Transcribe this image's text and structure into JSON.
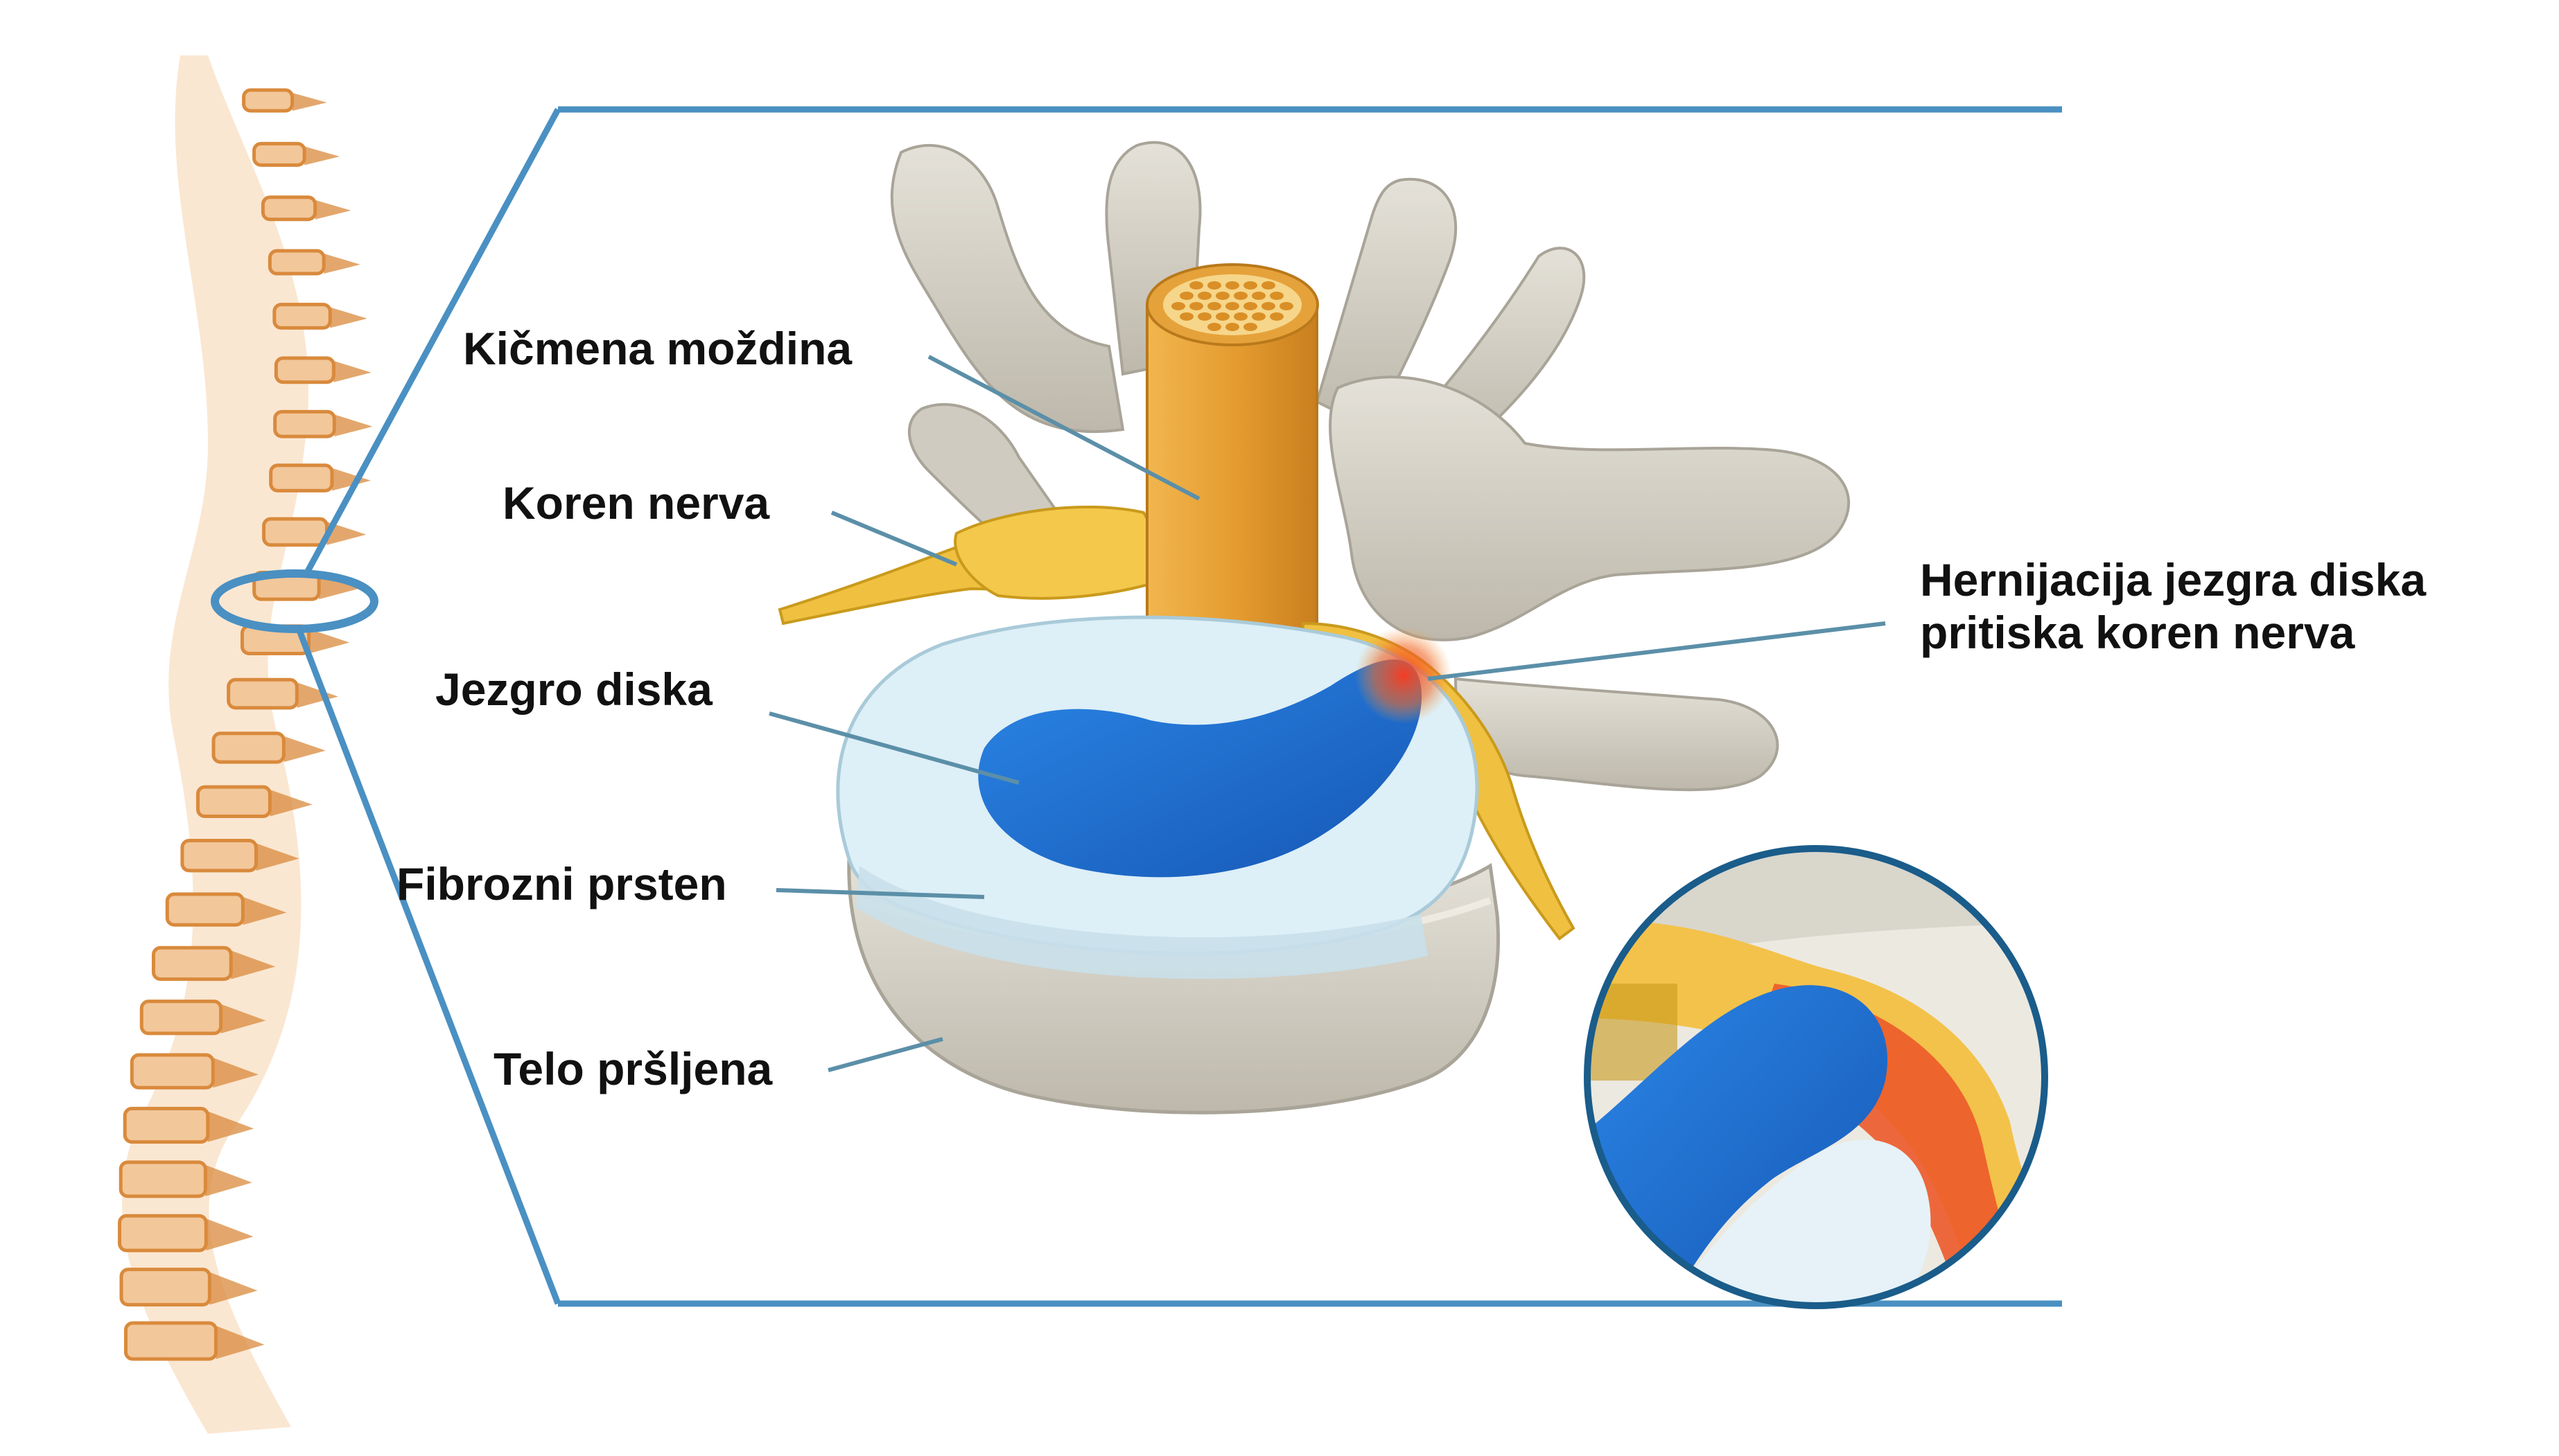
{
  "labels": {
    "spinal_cord": "Kičmena moždina",
    "nerve_root": "Koren nerva",
    "disc_nucleus": "Jezgro diska",
    "annulus": "Fibrozni prsten",
    "vertebral_body": "Telo pršljena",
    "herniation_line1": "Hernijacija jezgra diska",
    "herniation_line2": "pritiska koren nerva"
  },
  "colors": {
    "leader": "#5b8fa8",
    "frame": "#4a90c2",
    "bone": "#d8d5cc",
    "bone_shade": "#b9b5aa",
    "cord": "#e8a43a",
    "nerve": "#f0c040",
    "annulus": "#dceff6",
    "nucleus": "#1f6fd0",
    "inflammation": "#e8452a",
    "spine_bone": "#f2c79a",
    "spine_shade": "#d98a3c"
  }
}
